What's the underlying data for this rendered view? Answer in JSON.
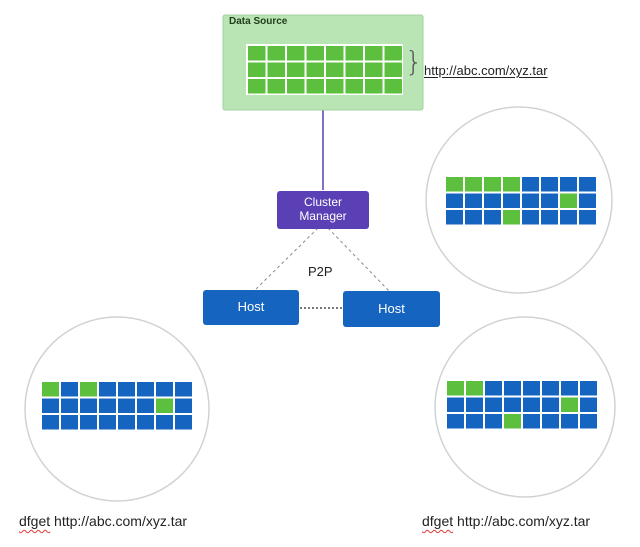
{
  "colors": {
    "source_bg": "#b9e4b4",
    "source_border": "#a3d39d",
    "source_cell": "#5dbf3e",
    "manager": "#5a3fb5",
    "host": "#1565c0",
    "block_empty": "#1565c0",
    "block_filled": "#5dbf3e",
    "circle_border": "#cfd3d6",
    "link_solid": "#5a3fb5",
    "link_dashed": "#888888"
  },
  "source": {
    "title": "Data Source",
    "url": "http://abc.com/xyz.tar",
    "brace": "}",
    "grid": {
      "rows": 3,
      "cols": 8
    }
  },
  "manager": {
    "line1": "Cluster",
    "line2": "Manager"
  },
  "p2p_label": "P2P",
  "host_left": {
    "label": "Host"
  },
  "host_right": {
    "label": "Host"
  },
  "peers": [
    {
      "name": "top-right",
      "rows": [
        [
          1,
          1,
          1,
          1,
          0,
          0,
          0,
          0
        ],
        [
          0,
          0,
          0,
          0,
          0,
          0,
          1,
          0
        ],
        [
          0,
          0,
          0,
          1,
          0,
          0,
          0,
          0
        ]
      ]
    },
    {
      "name": "bottom-left",
      "rows": [
        [
          1,
          0,
          1,
          0,
          0,
          0,
          0,
          0
        ],
        [
          0,
          0,
          0,
          0,
          0,
          0,
          1,
          0
        ],
        [
          0,
          0,
          0,
          0,
          0,
          0,
          0,
          0
        ]
      ]
    },
    {
      "name": "bottom-right",
      "rows": [
        [
          1,
          1,
          0,
          0,
          0,
          0,
          0,
          0
        ],
        [
          0,
          0,
          0,
          0,
          0,
          0,
          1,
          0
        ],
        [
          0,
          0,
          0,
          1,
          0,
          0,
          0,
          0
        ]
      ]
    }
  ],
  "commands": {
    "left": {
      "cmd": "dfget",
      "url": "http://abc.com/xyz.tar"
    },
    "right": {
      "cmd": "dfget",
      "url": "http://abc.com/xyz.tar"
    }
  }
}
